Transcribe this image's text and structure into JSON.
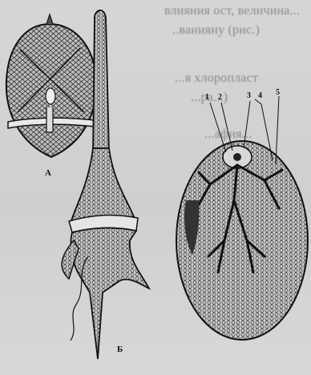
{
  "page": {
    "background_color": "#d6d6d6",
    "ink_color": "#1a1a1a"
  },
  "labels": {
    "fig_a": "А",
    "fig_b": "Б"
  },
  "callouts": [
    "1",
    "2",
    "3",
    "4",
    "5"
  ]
}
